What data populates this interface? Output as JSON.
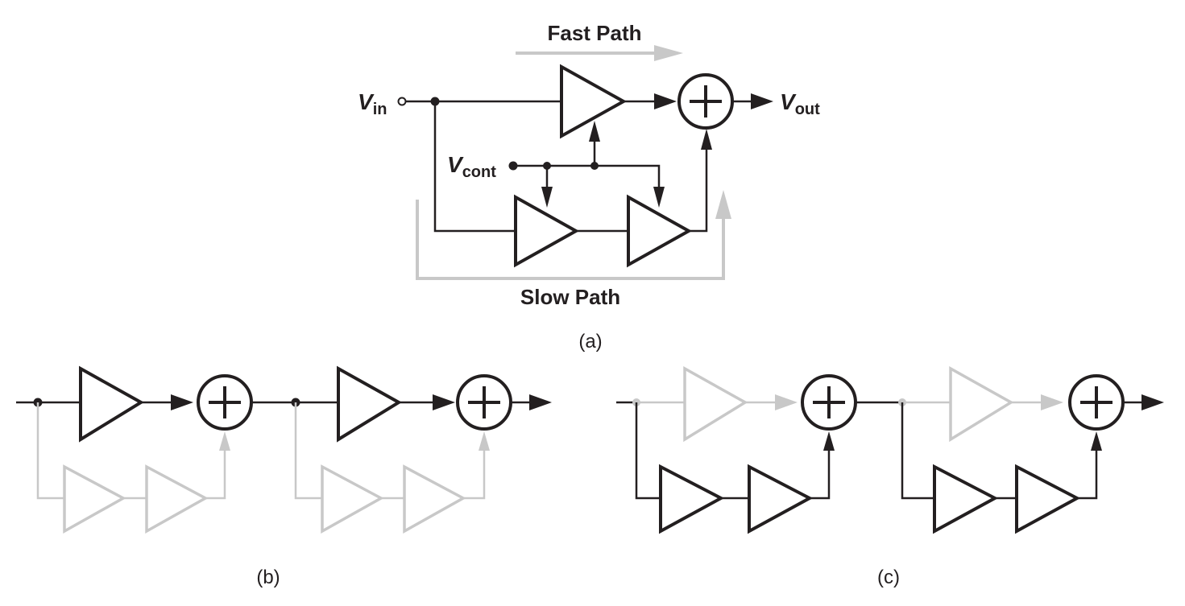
{
  "labels": {
    "fast_path": "Fast Path",
    "slow_path": "Slow Path",
    "vin_main": "V",
    "vin_sub": "in",
    "vout_main": "V",
    "vout_sub": "out",
    "vcont_main": "V",
    "vcont_sub": "cont",
    "caption_a": "(a)",
    "caption_b": "(b)",
    "caption_c": "(c)"
  },
  "colors": {
    "ink": "#231f20",
    "gray": "#c8c8c8"
  }
}
